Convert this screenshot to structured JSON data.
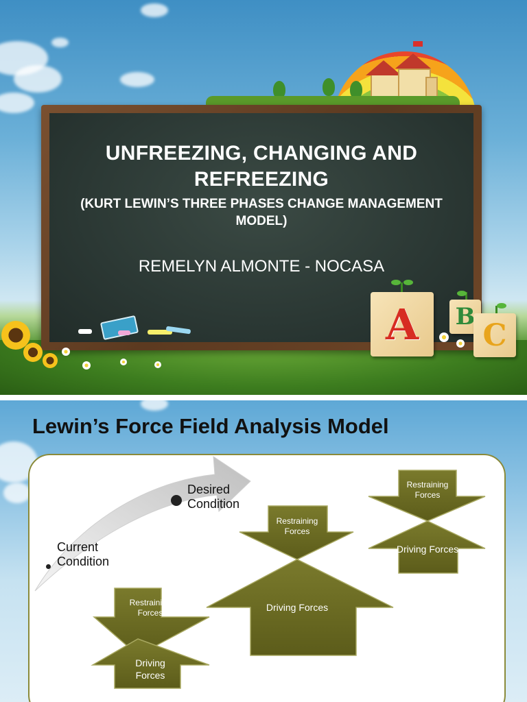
{
  "slide1": {
    "title": "UNFREEZING, CHANGING AND REFREEZING",
    "subtitle": "(KURT LEWIN’S THREE PHASES CHANGE MANAGEMENT MODEL)",
    "author": "REMELYN ALMONTE - NOCASA",
    "blocks": [
      "A",
      "B",
      "C"
    ]
  },
  "slide2": {
    "title": "Lewin’s Force Field Analysis Model",
    "current_condition": "Current Condition",
    "desired_condition": "Desired Condition",
    "restraining_label": "Restraining Forces",
    "driving_label": "Driving Forces"
  },
  "colors": {
    "arrow_olive": "#6b6b22",
    "arrow_border": "#a8a860",
    "chalkboard": "#2b3834",
    "frame": "#6e4628"
  }
}
